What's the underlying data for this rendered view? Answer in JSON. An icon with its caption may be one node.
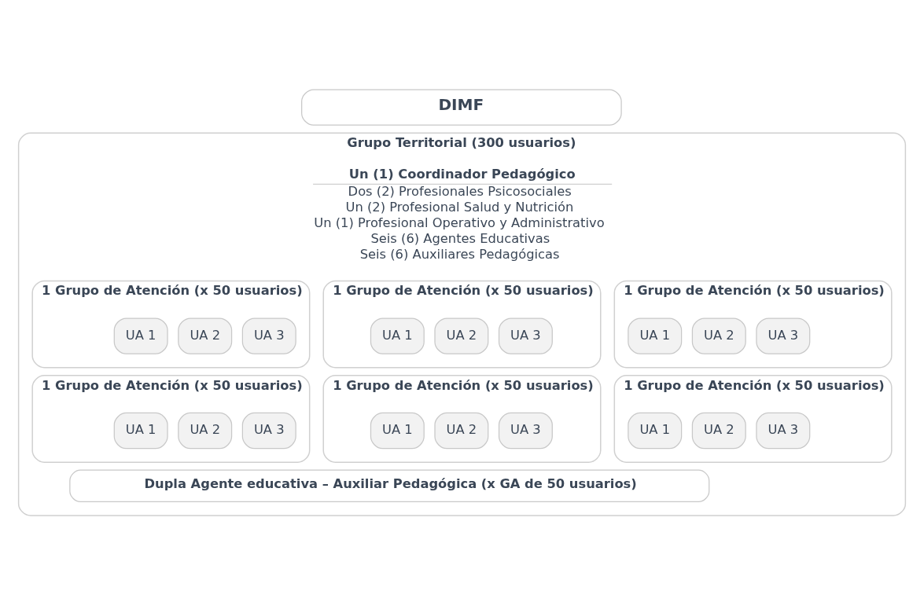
{
  "diagram": {
    "nodes": [
      {
        "text": [
          "DIMF"
        ]
      },
      {
        "text": [
          "Grupo Territorial (300 usuarios)",
          "Un (1) Coordinador Pedagógico",
          "Dos (2) Profesionales Psicosociales",
          "Un (2) Profesional Salud y Nutrición",
          "Un (1) Profesional Operativo y Administrativo",
          "Seis (6) Agentes Educativas",
          "Seis (6) Auxiliares Pedagógicas"
        ]
      },
      {
        "text": [
          "1 Grupo de Atención (x 50 usuarios)"
        ],
        "in": 1
      },
      {
        "text": [
          "UA 1"
        ],
        "in": 2
      },
      {
        "text": [
          "UA 2"
        ],
        "in": 2
      },
      {
        "text": [
          "UA 3"
        ],
        "in": 2
      },
      {
        "text": [
          "1 Grupo de Atención (x 50 usuarios)"
        ],
        "in": 1
      },
      {
        "text": [
          "UA 1"
        ],
        "in": 6
      },
      {
        "text": [
          "UA 2"
        ],
        "in": 6
      },
      {
        "text": [
          "UA 3"
        ],
        "in": 6
      },
      {
        "text": [
          "1 Grupo de Atención (x 50 usuarios)"
        ],
        "in": 1
      },
      {
        "text": [
          "UA 1"
        ],
        "in": 10
      },
      {
        "text": [
          "UA 2"
        ],
        "in": 10
      },
      {
        "text": [
          "UA 3"
        ],
        "in": 10
      },
      {
        "text": [
          "1 Grupo de Atención (x 50 usuarios)"
        ],
        "in": 1
      },
      {
        "text": [
          "UA 1"
        ],
        "in": 14
      },
      {
        "text": [
          "UA 2"
        ],
        "in": 14
      },
      {
        "text": [
          "UA 3"
        ],
        "in": 14
      },
      {
        "text": [
          "1 Grupo de Atención (x 50 usuarios)"
        ],
        "in": 1
      },
      {
        "text": [
          "UA 1"
        ],
        "in": 18
      },
      {
        "text": [
          "UA 2"
        ],
        "in": 18
      },
      {
        "text": [
          "UA 3"
        ],
        "in": 18
      },
      {
        "text": [
          "1 Grupo de Atención (x 50 usuarios)"
        ],
        "in": 1
      },
      {
        "text": [
          "UA 1"
        ],
        "in": 22
      },
      {
        "text": [
          "UA 2"
        ],
        "in": 22
      },
      {
        "text": [
          "UA 3"
        ],
        "in": 22
      },
      {
        "text": [
          "Dupla Agente educativa – Auxiliar Pedagógica (x GA de 50 usuarios)"
        ],
        "in": 1
      }
    ],
    "edges": []
  }
}
